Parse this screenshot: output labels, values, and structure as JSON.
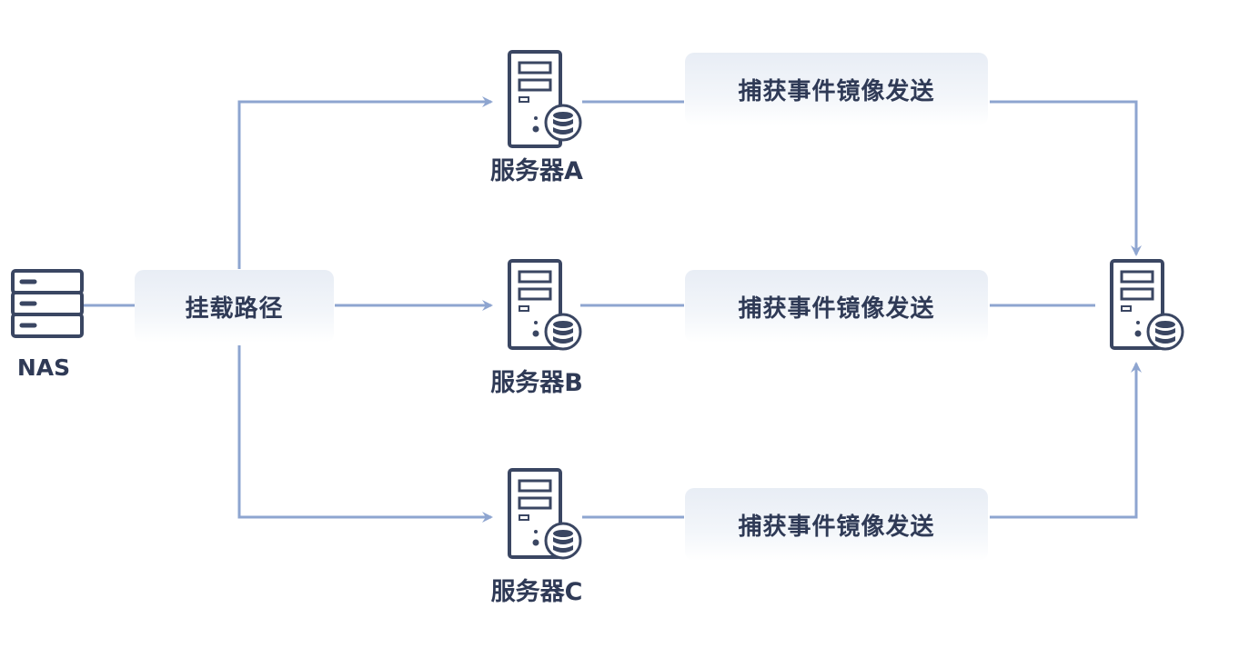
{
  "nas": {
    "label": "NAS"
  },
  "mount": {
    "label": "挂载路径"
  },
  "servers": [
    {
      "label": "服务器A",
      "action": "捕获事件镜像发送"
    },
    {
      "label": "服务器B",
      "action": "捕获事件镜像发送"
    },
    {
      "label": "服务器C",
      "action": "捕获事件镜像发送"
    }
  ],
  "colors": {
    "line": "#8ea5d0",
    "icon": "#3a4662",
    "text": "#2f3a56",
    "pill": "#eaeff6"
  }
}
